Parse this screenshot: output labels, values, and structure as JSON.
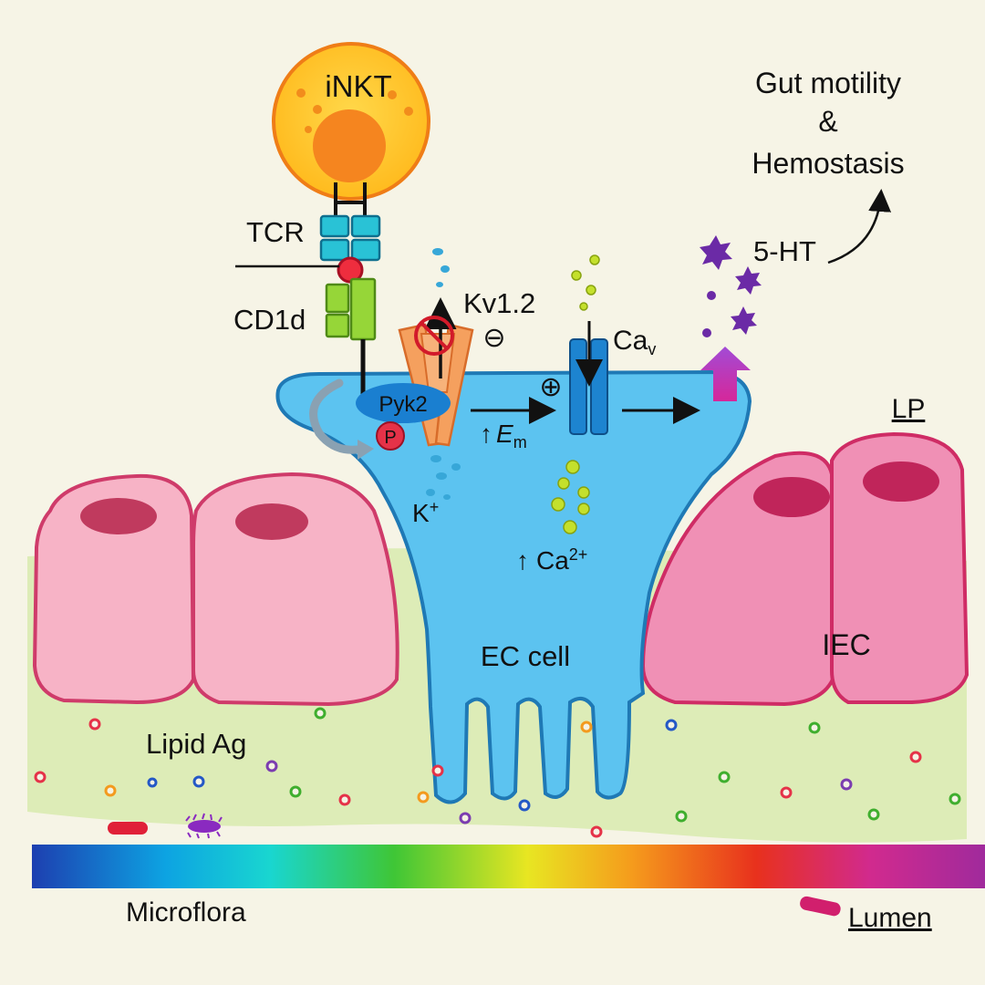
{
  "labels": {
    "inkt": "iNKT",
    "tcr": "TCR",
    "cd1d": "CD1d",
    "pyk2": "Pyk2",
    "p": "P",
    "kv12": "Kv1.2",
    "minus": "⊖",
    "plus": "⊕",
    "cav_main": "Ca",
    "cav_sub": "v",
    "em_arrow": "↑",
    "em_main": "E",
    "em_sub": "m",
    "kplus_main": "K",
    "kplus_sup": "+",
    "ca2_arrow": "↑",
    "ca2_main": "Ca",
    "ca2_sup": "2+",
    "ht5": "5-HT",
    "outcome_line1": "Gut motility",
    "outcome_line2": "&",
    "outcome_line3": "Hemostasis",
    "lp": "LP",
    "iec": "IEC",
    "ec_cell": "EC cell",
    "lipid_ag": "Lipid Ag",
    "microflora": "Microflora",
    "lumen": "Lumen"
  },
  "colors": {
    "background": "#f6f4e6",
    "ec_cell_fill": "#5cc3f0",
    "ec_cell_stroke": "#1f79b5",
    "iec_fill": "#f7b3c6",
    "iec_stroke": "#cf3b6a",
    "iec_right_fill": "#f090b5",
    "nucleus": "#c03a5e",
    "inkt_fill": "#ffc21a",
    "inkt_stroke": "#ef7d17",
    "inkt_nucleus": "#f5851f",
    "tcr": "#29c2d6",
    "cd1d": "#96d638",
    "pyk2": "#1a7fd0",
    "phospho": "#e53248",
    "kv_channel": "#f5a05e",
    "cav_channel": "#1d84d0",
    "calcium_ions": "#c4e02c",
    "potassium_ions": "#37a7d8",
    "serotonin": "#6b2aa6",
    "release_arrow": "#c0279a",
    "mucus": "#ddecb7",
    "rainbow": [
      "#1d3fb0",
      "#0da3e2",
      "#19d6d0",
      "#3fc636",
      "#e8e622",
      "#f59b1c",
      "#e8311d",
      "#d12a8e",
      "#a02a9c"
    ]
  }
}
